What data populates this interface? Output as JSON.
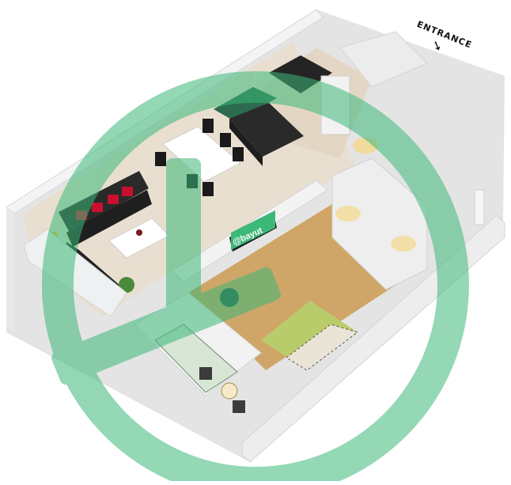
{
  "plan": {
    "entrance_label": "ENTRANCE",
    "tv_brand": "@bayut",
    "watermark_icon": "bayut-logo-watermark"
  },
  "colors": {
    "wall": "#efefef",
    "wall_top": "#f7f7f7",
    "wall_shadow": "#d9d9d9",
    "floor_living": "#e7dccd",
    "floor_bedroom": "#caa56c",
    "kitchen_counter": "#1f3d33",
    "accent_green": "#3cb878",
    "sofa": "#262626",
    "cushion": "#c8102e",
    "bed_cover": "#b9cc6b"
  }
}
